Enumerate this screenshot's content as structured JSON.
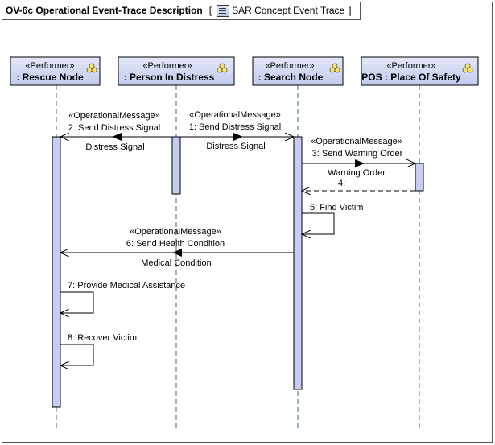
{
  "diagram": {
    "kind": "OV-6c",
    "title": "OV-6c Operational Event-Trace Description",
    "name": "SAR Concept Event Trace",
    "icon": "sequence-diagram-icon"
  },
  "colors": {
    "head_fill": "#d2d8f2",
    "activation_fill": "#c8cdf4",
    "line": "#000000",
    "lifeline": "#2a6f8f"
  },
  "lifelines": [
    {
      "id": "rescue",
      "stereotype": "«Performer»",
      "name": ": Rescue Node",
      "icon": "performer-icon"
    },
    {
      "id": "person",
      "stereotype": "«Performer»",
      "name": ": Person In Distress",
      "icon": "performer-icon"
    },
    {
      "id": "search",
      "stereotype": "«Performer»",
      "name": ": Search Node",
      "icon": "performer-icon"
    },
    {
      "id": "pos",
      "stereotype": "«Performer»",
      "name": "POS : Place Of Safety",
      "icon": "performer-icon"
    }
  ],
  "messages": [
    {
      "stereotype": "«OperationalMessage»",
      "label": "2: Send Distress Signal",
      "conveyed": "Distress Signal",
      "from": "person",
      "to": "rescue",
      "kind": "sync"
    },
    {
      "stereotype": "«OperationalMessage»",
      "label": "1: Send Distress Signal",
      "conveyed": "Distress Signal",
      "from": "person",
      "to": "search",
      "kind": "sync"
    },
    {
      "stereotype": "«OperationalMessage»",
      "label": "3: Send Warning Order",
      "conveyed": "Warning Order",
      "from": "search",
      "to": "pos",
      "kind": "sync"
    },
    {
      "stereotype": "",
      "label": "4:",
      "conveyed": "",
      "from": "pos",
      "to": "search",
      "kind": "reply"
    },
    {
      "stereotype": "",
      "label": "5: Find Victim",
      "conveyed": "",
      "from": "search",
      "to": "search",
      "kind": "self"
    },
    {
      "stereotype": "«OperationalMessage»",
      "label": "6: Send Health Condition",
      "conveyed": "Medical Condition",
      "from": "search",
      "to": "rescue",
      "kind": "sync"
    },
    {
      "stereotype": "",
      "label": "7: Provide Medical Assistance",
      "conveyed": "",
      "from": "rescue",
      "to": "rescue",
      "kind": "self"
    },
    {
      "stereotype": "",
      "label": "8: Recover Victim",
      "conveyed": "",
      "from": "rescue",
      "to": "rescue",
      "kind": "self"
    }
  ]
}
